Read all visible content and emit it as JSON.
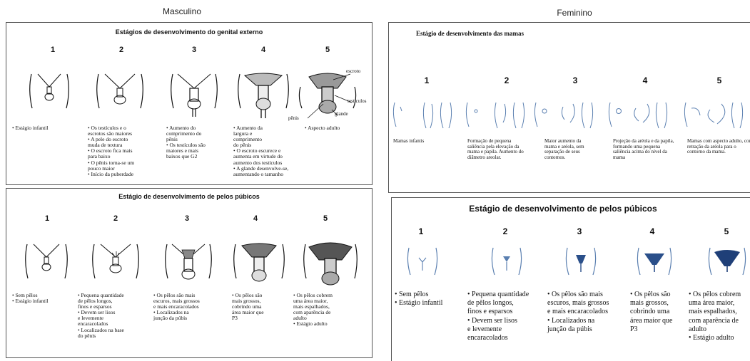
{
  "male": {
    "heading": "Masculino",
    "genital": {
      "title": "Estágios de desenvolvimento do genital externo",
      "stages": [
        {
          "number": "1",
          "lines": [
            "• Estágio infantil"
          ]
        },
        {
          "number": "2",
          "lines": [
            "• Os testículos e o",
            "escrotos são maiores",
            "• A pele do escroto",
            "muda de textura",
            "• O escroto fica mais",
            "para baixo",
            "• O pênis torna-se um",
            "pouco maior",
            "• Início da puberdade"
          ]
        },
        {
          "number": "3",
          "lines": [
            "• Aumento do",
            "comprimento do",
            "pênis",
            "• Os testículos são",
            "maiores e mais",
            "baixos que G2"
          ]
        },
        {
          "number": "4",
          "lines": [
            "• Aumento da",
            "largura e",
            "comprimento",
            "do pênis",
            "• O escroto escurece e",
            "aumenta em virtude do",
            "aumento dos testículos",
            "• A glande desenvolve-se,",
            "aumentando o tamanho"
          ]
        },
        {
          "number": "5",
          "lines": [
            "• Aspecto adulto"
          ]
        }
      ],
      "labels": {
        "scrotum": "escroto",
        "testicles": "testículos",
        "glans": "glande",
        "penis": "pênis"
      }
    },
    "pubic": {
      "title": "Estágio de desenvolvimento de pelos púbicos",
      "stages": [
        {
          "number": "1",
          "lines": [
            "• Sem pêlos",
            "• Estágio infantil"
          ]
        },
        {
          "number": "2",
          "lines": [
            "• Pequena quantidade",
            "de pêlos longos,",
            "finos e esparsos",
            "• Devem ser lisos",
            "e levemente",
            "encaracolados",
            "• Localizados na base",
            "do pênis"
          ]
        },
        {
          "number": "3",
          "lines": [
            "• Os pêlos são mais",
            "escuros, mais grossos",
            "e mais encaracolados",
            "• Localizados na",
            "junção da púbis"
          ]
        },
        {
          "number": "4",
          "lines": [
            "• Os pêlos são",
            "mais grossos,",
            "cobrindo uma",
            "área maior que",
            "P3"
          ]
        },
        {
          "number": "5",
          "lines": [
            "• Os pêlos cobrem",
            "uma área maior,",
            "mais espalhados,",
            "com aparência de",
            "adulto",
            "• Estágio adulto"
          ]
        }
      ]
    }
  },
  "female": {
    "heading": "Feminino",
    "breasts": {
      "title": "Estágio de desenvolvimento das mamas",
      "stages": [
        {
          "number": "1",
          "lines": [
            "Mamas infantis"
          ]
        },
        {
          "number": "2",
          "lines": [
            "Formação de pequena",
            "saliência pela elevação da",
            "mama e papila. Aumento do",
            "diâmetro areolar."
          ]
        },
        {
          "number": "3",
          "lines": [
            "Maior aumento da",
            "mama e aréola, sem",
            "separação de seus",
            "contornos."
          ]
        },
        {
          "number": "4",
          "lines": [
            "Projeção da aréola e da papila,",
            "formando uma pequena",
            "saliência acima do nível da",
            "mama"
          ]
        },
        {
          "number": "5",
          "lines": [
            "Mamas com aspecto adulto, com",
            "retração da aréola para o",
            "contorno da mama."
          ]
        }
      ]
    },
    "pubic": {
      "title": "Estágio de desenvolvimento de pelos púbicos",
      "stages": [
        {
          "number": "1",
          "lines": [
            "• Sem pêlos",
            "• Estágio infantil"
          ]
        },
        {
          "number": "2",
          "lines": [
            "• Pequena quantidade",
            "de pêlos longos,",
            "finos e esparsos",
            "• Devem ser lisos",
            "e levemente",
            "encaracolados"
          ]
        },
        {
          "number": "3",
          "lines": [
            "• Os pêlos são mais",
            "escuros, mais grossos",
            "e mais encaracolados",
            "• Localizados na",
            "junção da púbis"
          ]
        },
        {
          "number": "4",
          "lines": [
            "• Os pêlos são",
            "mais grossos,",
            "cobrindo uma",
            "área maior que",
            "P3"
          ]
        },
        {
          "number": "5",
          "lines": [
            "• Os pêlos cobrem",
            "uma área maior,",
            "mais espalhados,",
            "com aparência de",
            "adulto",
            "• Estágio adulto"
          ]
        }
      ]
    }
  },
  "colors": {
    "border": "#555555",
    "ink": "#111111",
    "female_hair": "#2a4f8a",
    "female_outline": "#5a7fb0"
  }
}
